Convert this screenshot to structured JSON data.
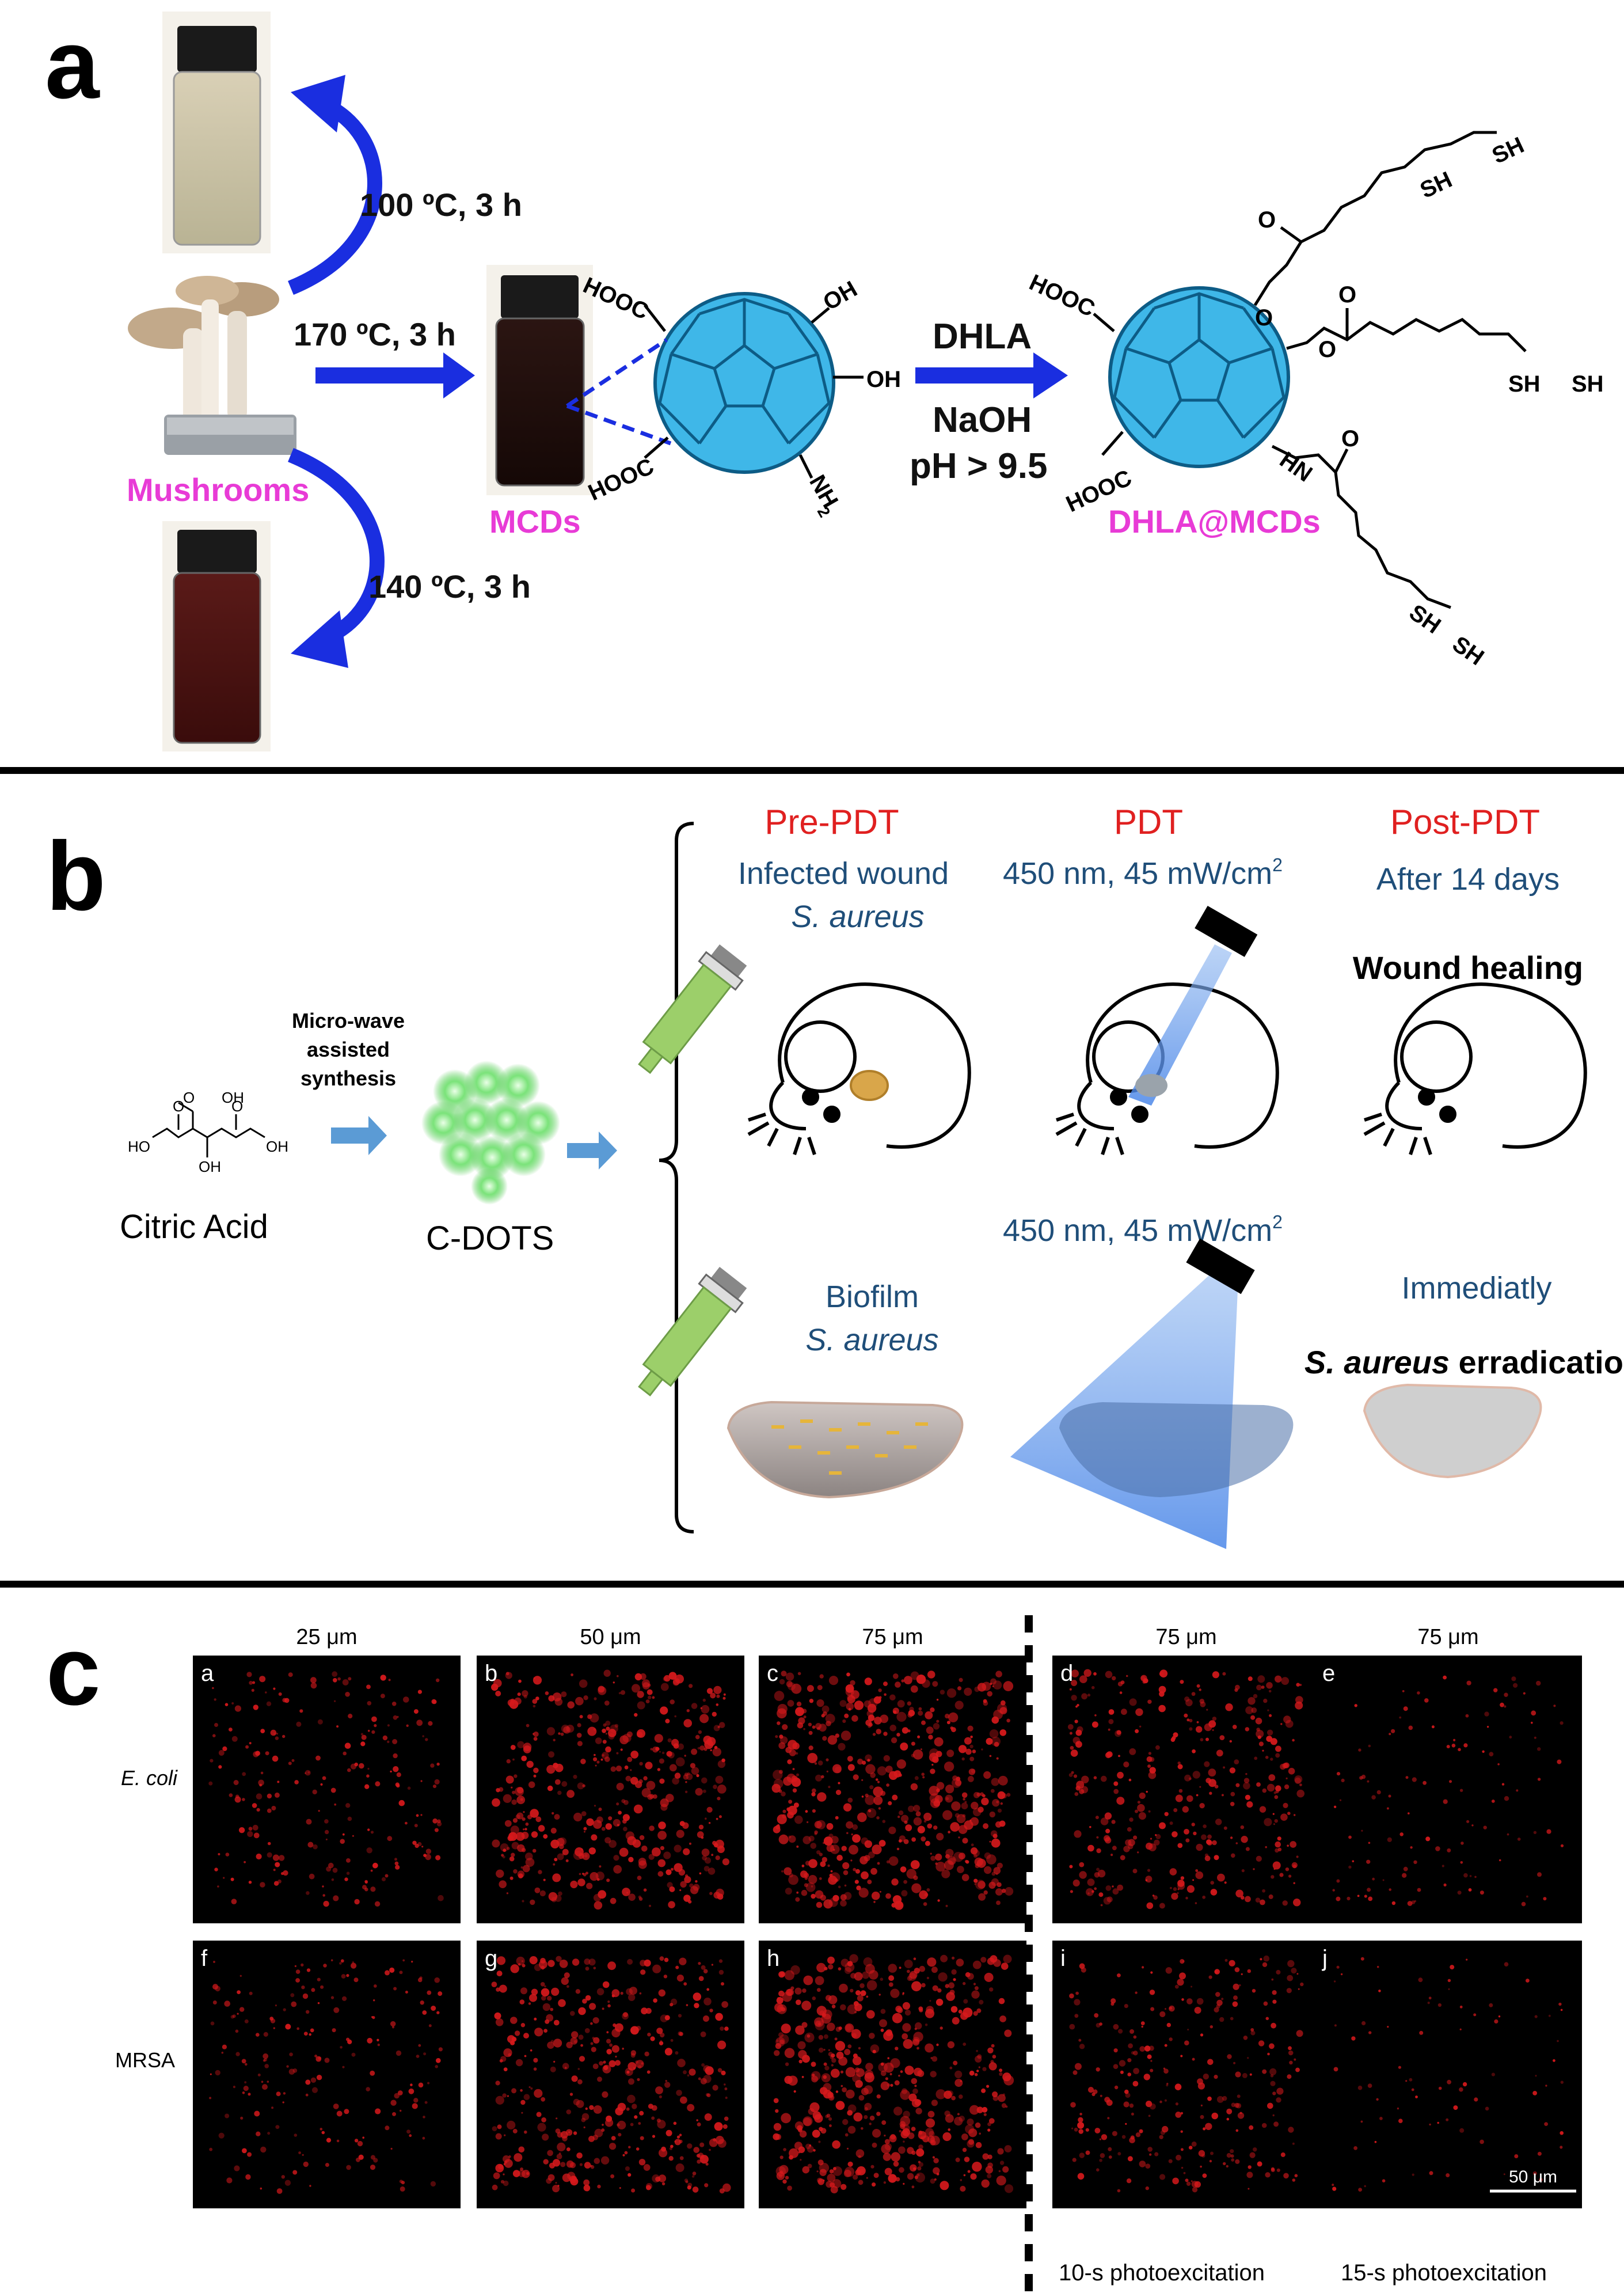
{
  "panel_a": {
    "letter": "a",
    "step1": "100 ºC, 3 h",
    "step2": "170 ºC, 3 h",
    "step3": "140 ºC, 3 h",
    "mushrooms": "Mushrooms",
    "mcds": "MCDs",
    "product": "DHLA@MCDs",
    "reagent1": "DHLA",
    "reagent2": "NaOH",
    "reagent3": "pH > 9.5",
    "groups": {
      "hooc": "HOOC",
      "oh": "OH",
      "nh2": "NH",
      "nh2_sub": "2",
      "sh": "SH",
      "hn": "HN",
      "o": "O"
    }
  },
  "panel_b": {
    "letter": "b",
    "citric_acid": "Citric Acid",
    "microwave_line1": "Micro-wave",
    "microwave_line2": "assisted",
    "microwave_line3": "synthesis",
    "cdots": "C-DOTS",
    "col_pre": "Pre-PDT",
    "col_pdt": "PDT",
    "col_post": "Post-PDT",
    "infected_wound": "Infected wound",
    "s_aureus": "S. aureus",
    "laser_top": "450 nm, 45 mW/cm",
    "laser_sup": "2",
    "after_days": "After 14 days",
    "wound_healing": "Wound healing",
    "laser_bottom": "450 nm, 45 mW/cm",
    "biofilm": "Biofilm",
    "s_aureus_2": "S. aureus",
    "immediatly": "Immediatly",
    "eradication_italic": "S. aureus",
    "eradication_rest": " erradication",
    "citric_labels": {
      "oh": "OH",
      "ho": "HO",
      "o": "O"
    }
  },
  "panel_c": {
    "letter": "c",
    "col_labels": [
      "25 μm",
      "50 μm",
      "75 μm",
      "75 μm",
      "75 μm"
    ],
    "row1_label": "E. coli",
    "row2_label": "MRSA",
    "tiles_row1": [
      "a",
      "b",
      "c",
      "d",
      "e"
    ],
    "tiles_row2": [
      "f",
      "g",
      "h",
      "i",
      "j"
    ],
    "scale_bar": "50 μm",
    "caption_10s": "10-s photoexcitation",
    "caption_15s": "15-s photoexcitation",
    "fluorescence_levels": {
      "row1": [
        0.35,
        0.75,
        0.9,
        0.6,
        0.15
      ],
      "row2": [
        0.3,
        0.7,
        0.9,
        0.45,
        0.08
      ]
    },
    "colors": {
      "fluor": "#d7191c",
      "tile_bg": "#000000"
    }
  },
  "colors": {
    "accent_magenta": "#e83bd6",
    "pdt_red": "#e02020",
    "label_blue": "#1f4e79",
    "arrow_blue": "#1a2ee0",
    "dot_cyan": "#3fb7e8"
  }
}
